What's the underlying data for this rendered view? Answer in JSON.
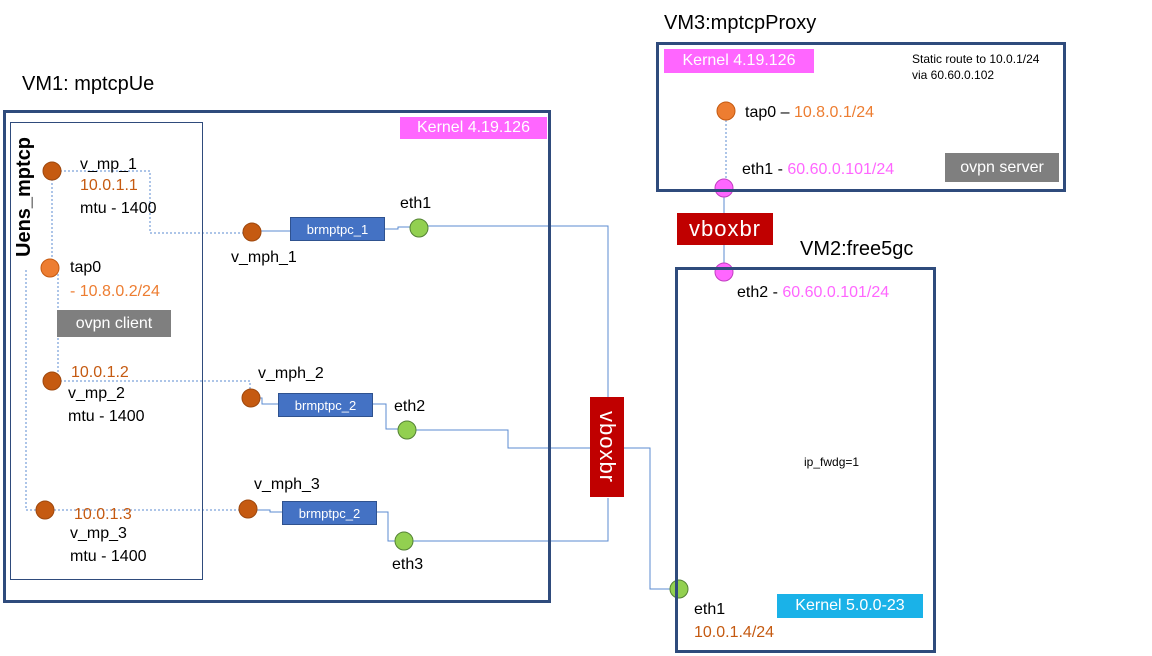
{
  "vm1": {
    "title": "VM1: mptcpUe",
    "kernel": "Kernel 4.19.126",
    "namespace": "Uens_mptcp",
    "v_mp_1": {
      "name": "v_mp_1",
      "ip": "10.0.1.1",
      "mtu": "mtu - 1400"
    },
    "tap0": {
      "name": "tap0",
      "ip": "- 10.8.0.2/24"
    },
    "ovpn": "ovpn client",
    "v_mp_2": {
      "name": "v_mp_2",
      "ip": "10.0.1.2",
      "mtu": "mtu - 1400"
    },
    "v_mp_3": {
      "name": "v_mp_3",
      "ip": "10.0.1.3",
      "mtu": "mtu - 1400"
    },
    "v_mph_1": "v_mph_1",
    "v_mph_2": "v_mph_2",
    "v_mph_3": "v_mph_3",
    "br1": "brmptpc_1",
    "br2": "brmptpc_2",
    "br3": "brmptpc_2",
    "eth1": "eth1",
    "eth2": "eth2",
    "eth3": "eth3"
  },
  "vm3": {
    "title": "VM3:mptcpProxy",
    "kernel": "Kernel 4.19.126",
    "route_line1": "Static route to 10.0.1/24",
    "route_line2": "via 60.60.0.102",
    "tap0_name": "tap0 –",
    "tap0_ip": "10.8.0.1/24",
    "eth1_name": "eth1 -",
    "eth1_ip": "60.60.0.101/24",
    "ovpn": "ovpn server"
  },
  "vm2": {
    "title": "VM2:free5gc",
    "eth2_name": "eth2 -",
    "eth2_ip": "60.60.0.101/24",
    "ip_fwd": "ip_fwdg=1",
    "kernel": "Kernel 5.0.0-23",
    "eth1_name": "eth1",
    "eth1_ip": "10.0.1.4/24"
  },
  "bridges": {
    "vboxbr_top": "vboxbr",
    "vboxbr_mid": "vboxbr"
  },
  "colors": {
    "box_border": "#2f4b7c",
    "dot_dark_orange": "#c55a11",
    "dot_orange": "#ed7d31",
    "dot_green": "#92d050",
    "dot_pink": "#ff66ff",
    "kernel_pink": "#ff66ff",
    "kernel_blue": "#1ab2e8",
    "vboxbr_red": "#c00000",
    "bridge_blue": "#4472c4"
  }
}
